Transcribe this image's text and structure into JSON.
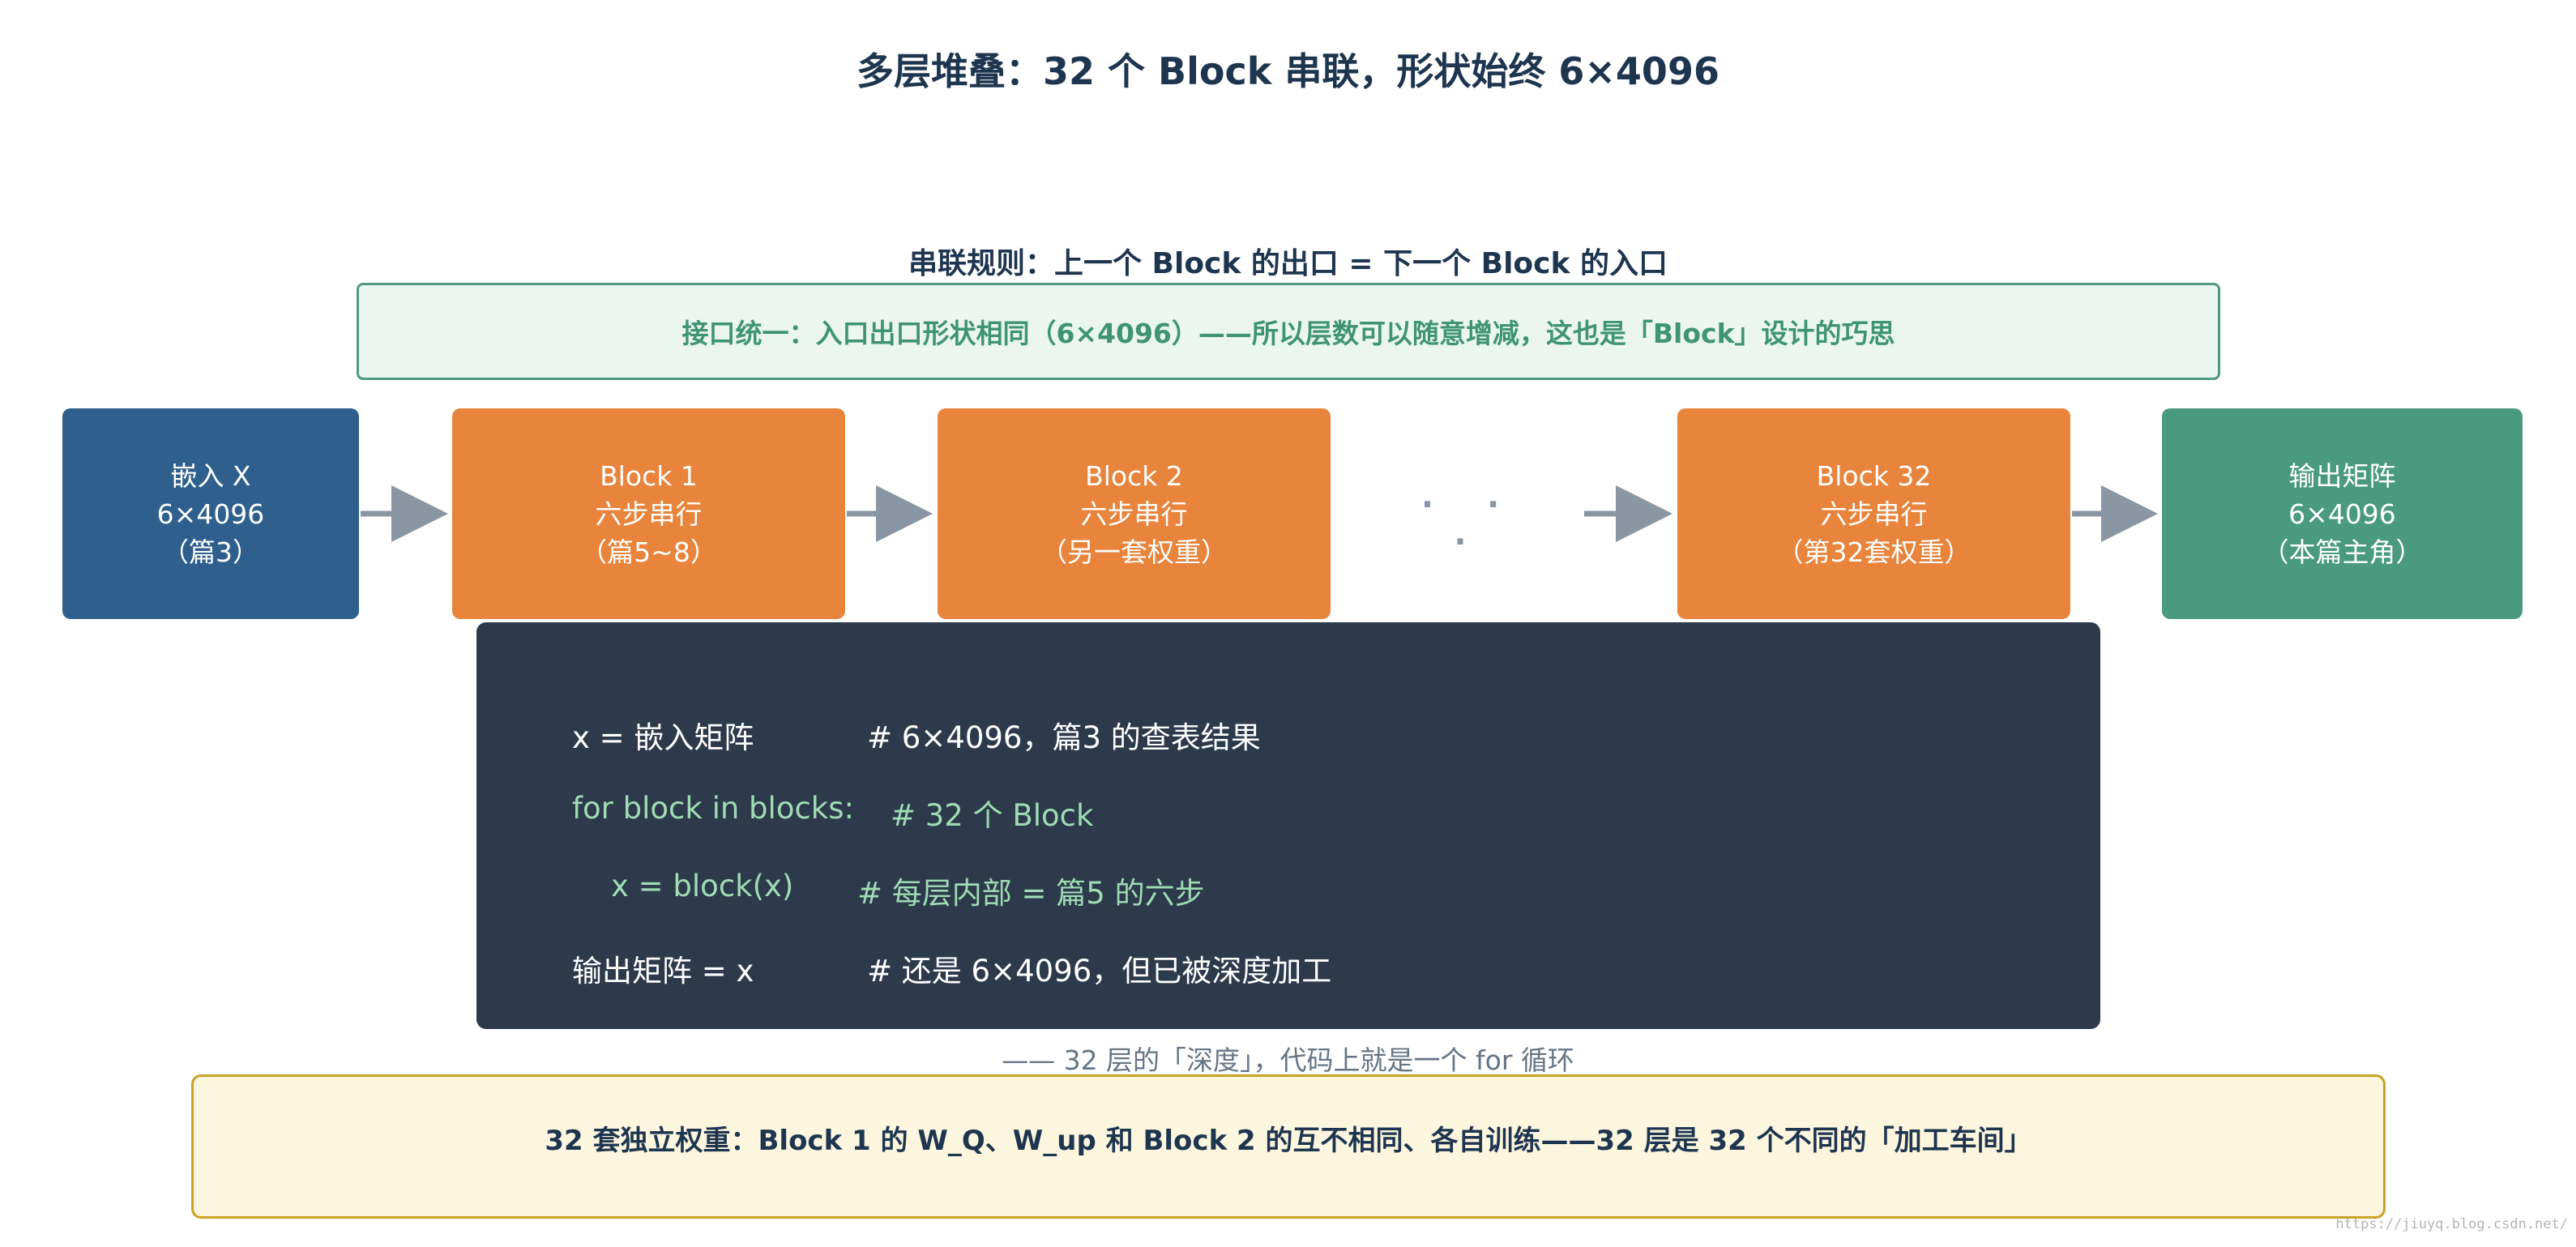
{
  "title": "多层堆叠：32 个 Block 串联，形状始终 6×4096",
  "rule_title": "串联规则：上一个 Block 的出口 = 下一个 Block 的入口",
  "interface_note": "接口统一：入口出口形状相同（6×4096）——所以层数可以随意增减，这也是「Block」设计的巧思",
  "nodes": {
    "input": {
      "line1": "嵌入 X",
      "line2": "6×4096",
      "line3": "（篇3）",
      "color": "#2e5f8d"
    },
    "block1": {
      "line1": "Block 1",
      "line2": "六步串行",
      "line3": "（篇5~8）",
      "color": "#e8843b"
    },
    "block2": {
      "line1": "Block 2",
      "line2": "六步串行",
      "line3": "（另一套权重）",
      "color": "#e8843b"
    },
    "ellipsis": "· · ·",
    "block32": {
      "line1": "Block 32",
      "line2": "六步串行",
      "line3": "（第32套权重）",
      "color": "#e8843b"
    },
    "output": {
      "line1": "输出矩阵",
      "line2": "6×4096",
      "line3": "（本篇主角）",
      "color": "#4a9a80"
    }
  },
  "code": {
    "line1_code": "x = 嵌入矩阵",
    "line1_comment": "# 6×4096，篇3 的查表结果",
    "line2_code": "for block in blocks:",
    "line2_comment": "# 32 个 Block",
    "line3_code": "x = block(x)",
    "line3_comment": "# 每层内部 = 篇5 的六步",
    "line4_code": "输出矩阵 = x",
    "line4_comment": "# 还是 6×4096，但已被深度加工"
  },
  "caption": "—— 32 层的「深度」，代码上就是一个 for 循环",
  "weights_note": "32 套独立权重：Block 1 的 W_Q、W_up 和 Block 2 的互不相同、各自训练——32 层是 32 个不同的「加工车间」",
  "watermark": "https://jiuyq.blog.csdn.net/"
}
